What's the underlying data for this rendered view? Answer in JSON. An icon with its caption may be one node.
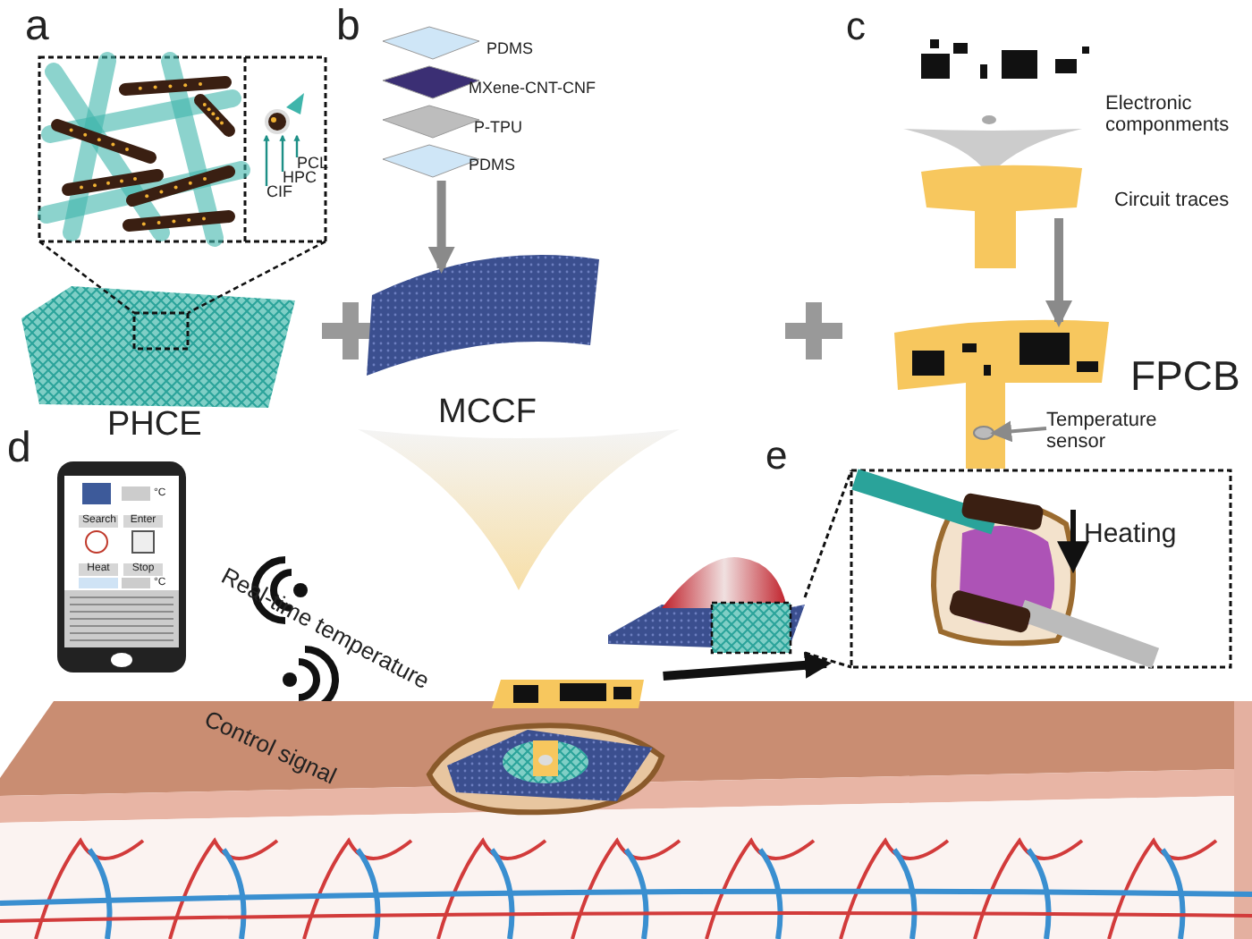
{
  "diagram": {
    "nodes": [
      {
        "text": [],
        "shape": "picture"
      },
      {
        "text": [
          "MCCF"
        ]
      },
      {
        "text": [
          "Circuit traces"
        ]
      },
      {
        "text": [
          "FPCB"
        ]
      },
      {
        "text": [],
        "shape": "circle",
        "in": 3
      },
      {
        "text": [
          "Temperature sensor"
        ],
        "in": 3
      },
      {
        "text": [],
        "shape": "picture"
      },
      {
        "text": [
          "Heating"
        ]
      },
      {
        "text": [],
        "shape": "picture"
      },
      {
        "text": [],
        "shape": "funnel"
      }
    ],
    "edges": [
      {
        "from": 0,
        "to": 1,
        "arrow": "to",
        "style": "thick"
      },
      {
        "from": 2,
        "to": 3,
        "arrow": "to",
        "style": "thick"
      },
      {
        "from": 5,
        "to": 4,
        "arrow": "to"
      },
      {
        "from": 6,
        "to": 7,
        "arrow": "none",
        "style": "dashed",
        "color": "#111111"
      },
      {
        "from": 6,
        "to": 7,
        "arrow": "none",
        "style": "dashed",
        "color": "#111111"
      },
      {
        "from": 8,
        "to": 6,
        "arrow": "to",
        "style": "thick",
        "color": "#111111"
      }
    ],
    "labels": [
      "a",
      "PCL",
      "HPC",
      "CIF",
      "PHCE",
      "b",
      "PDMS",
      "MXene-CNT-CNF",
      "P-TPU",
      "PDMS",
      "c",
      "Electronic componments",
      "d",
      "°C",
      "Search",
      "Enter",
      "Heat",
      "Stop",
      "°C",
      "Real-time temperature",
      "e",
      "Control signal"
    ]
  }
}
